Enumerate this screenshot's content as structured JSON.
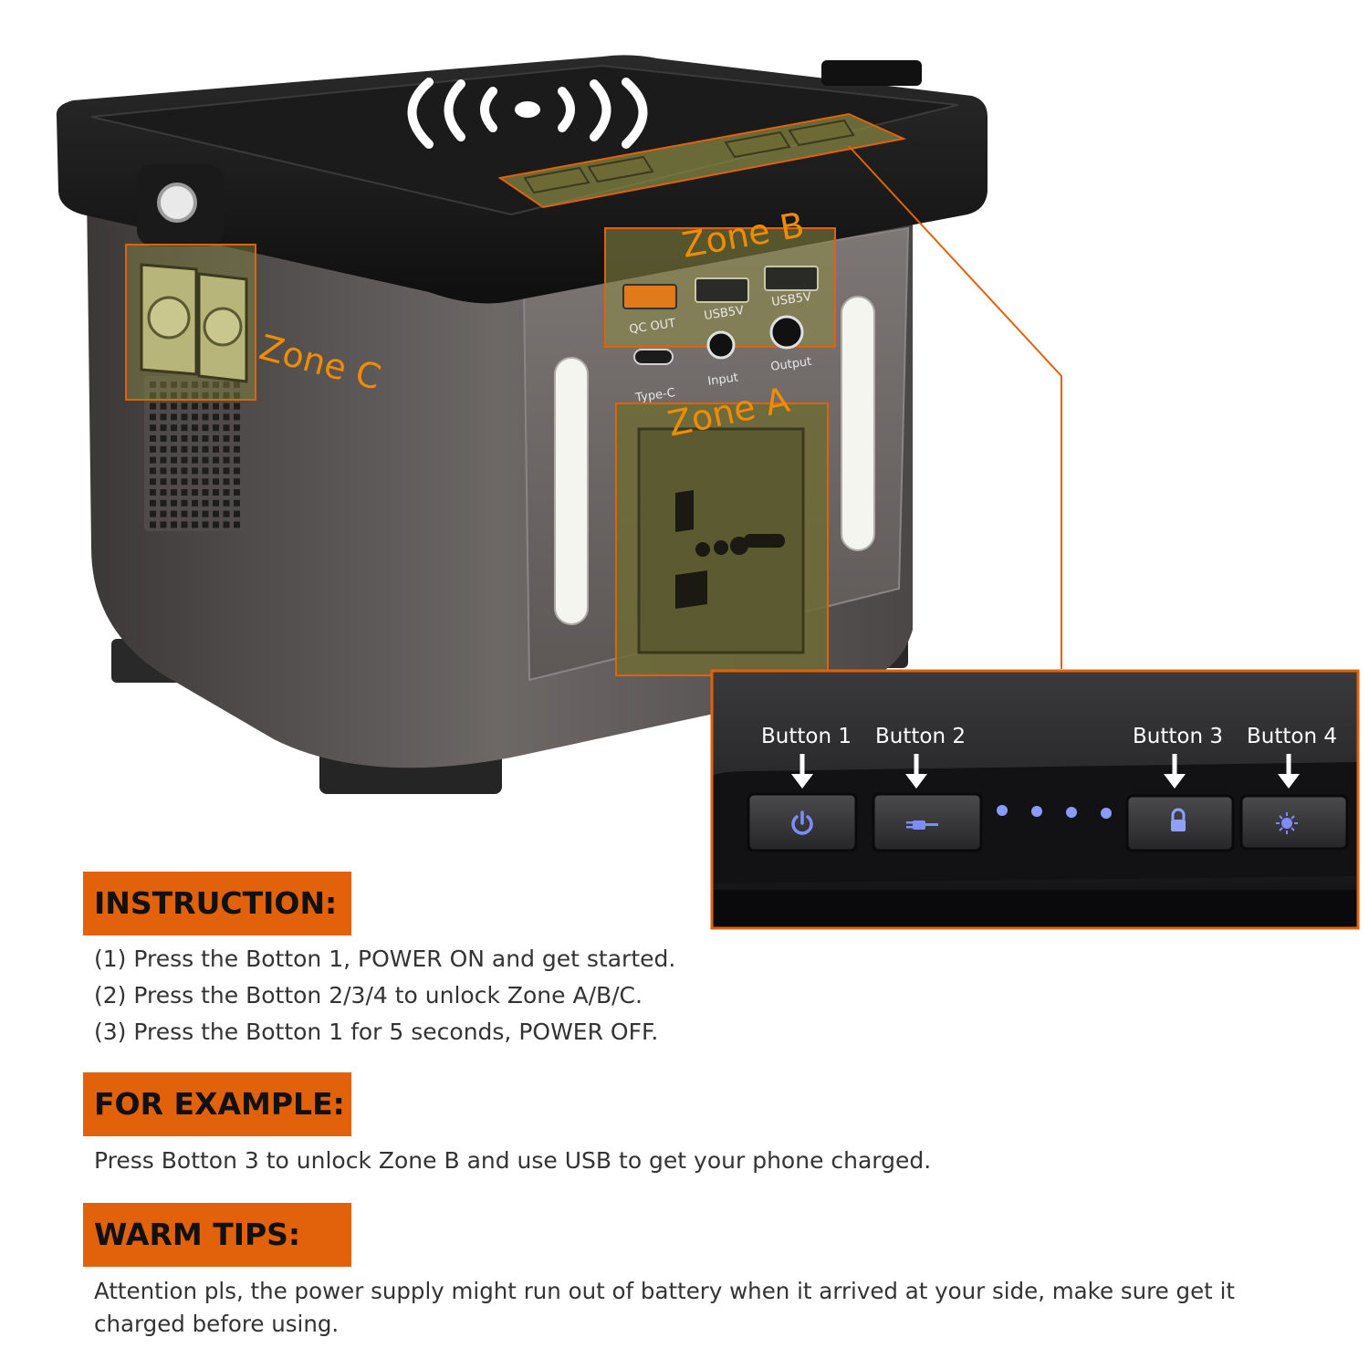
{
  "zones": {
    "zone_a": "Zone A",
    "zone_b": "Zone B",
    "zone_c": "Zone C"
  },
  "ports": {
    "qc_out": "QC  OUT",
    "usb5v_1": "USB5V",
    "usb5v_2": "USB5V",
    "type_c": "Type-C",
    "input": "Input",
    "output": "Output"
  },
  "buttons": {
    "b1": "Button 1",
    "b2": "Button 2",
    "b3": "Button 3",
    "b4": "Button 4"
  },
  "instruction": {
    "heading": "INSTRUCTION:",
    "lines": [
      "(1) Press the Botton 1, POWER ON and get started.",
      "(2) Press the Botton 2/3/4 to unlock Zone A/B/C.",
      "(3) Press the Botton 1 for 5 seconds, POWER OFF."
    ]
  },
  "example": {
    "heading": "FOR EXAMPLE:",
    "text": "Press Botton 3 to unlock Zone B and use USB to get your phone charged."
  },
  "tips": {
    "heading": "WARM TIPS:",
    "line1": "Attention pls, the power supply might run out of battery when it arrived at your side, make sure get it",
    "line2": "charged before using."
  },
  "colors": {
    "accent": "#e2620b",
    "zone_label": "#f08c00",
    "led": "#6a7cff"
  }
}
